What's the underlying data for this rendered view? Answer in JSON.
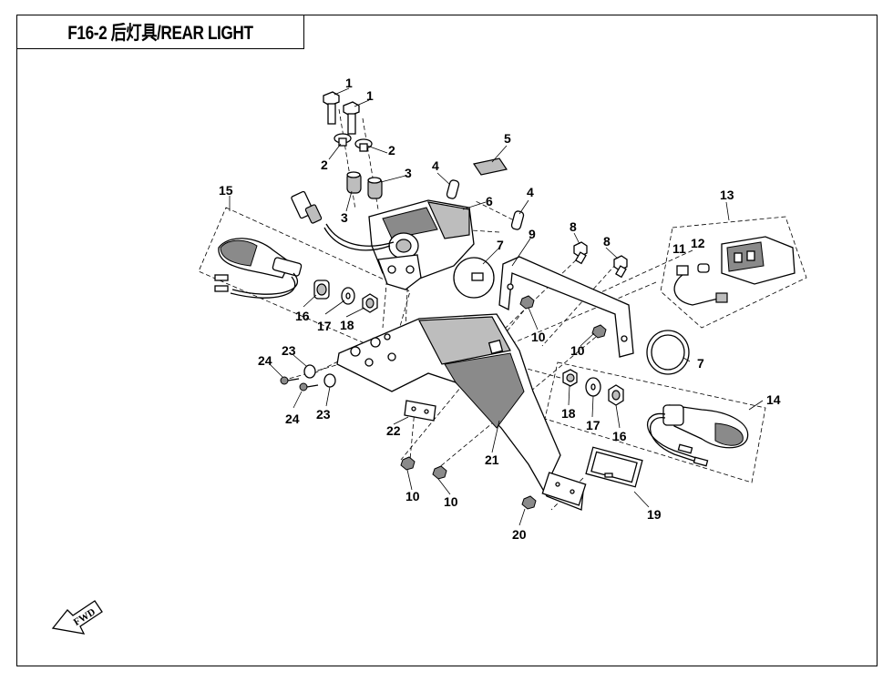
{
  "header": {
    "title": "F16-2 后灯具/REAR LIGHT"
  },
  "callouts": [
    "1",
    "1",
    "2",
    "2",
    "3",
    "3",
    "4",
    "4",
    "5",
    "6",
    "7",
    "7",
    "8",
    "8",
    "9",
    "10",
    "10",
    "10",
    "10",
    "11",
    "12",
    "13",
    "14",
    "15",
    "16",
    "16",
    "17",
    "17",
    "18",
    "18",
    "19",
    "20",
    "21",
    "22",
    "23",
    "23",
    "24",
    "24"
  ],
  "orientation": {
    "label": "FWD"
  }
}
